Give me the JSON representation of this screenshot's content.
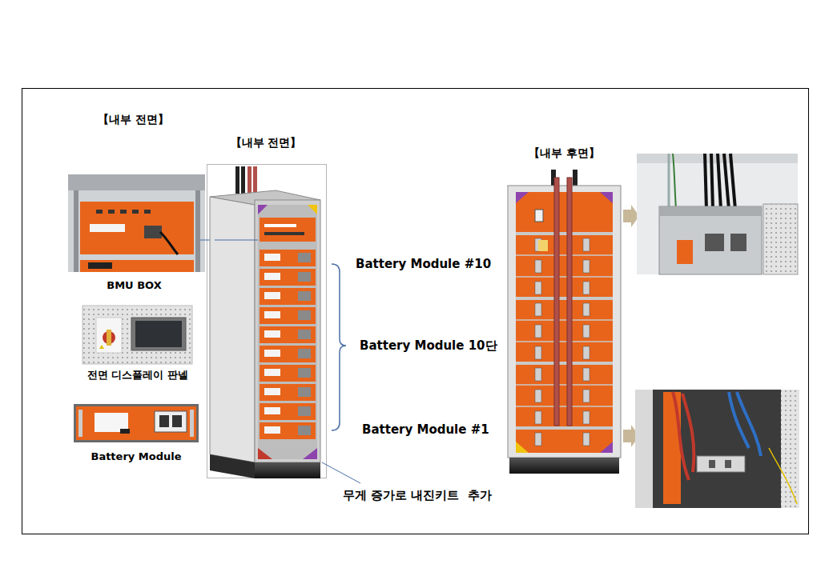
{
  "diagram": {
    "nodes": [
      {
        "text": [
          "BMU BOX"
        ]
      },
      {
        "text": [
          "전면 디스플레이 판넬"
        ]
      },
      {
        "text": [
          "Battery Module"
        ]
      },
      {
        "text": [
          "【내부 전면】"
        ]
      },
      {
        "text": [
          "【내부 후면】"
        ]
      }
    ],
    "edges": [
      {
        "from": 0,
        "to": 3,
        "arrow": "none"
      }
    ],
    "labels": [
      "【내부 전면】",
      "Battery Module #10",
      "Battery Module 10단",
      "Battery Module #1",
      "무게 증가로 내진키트  추가"
    ]
  }
}
